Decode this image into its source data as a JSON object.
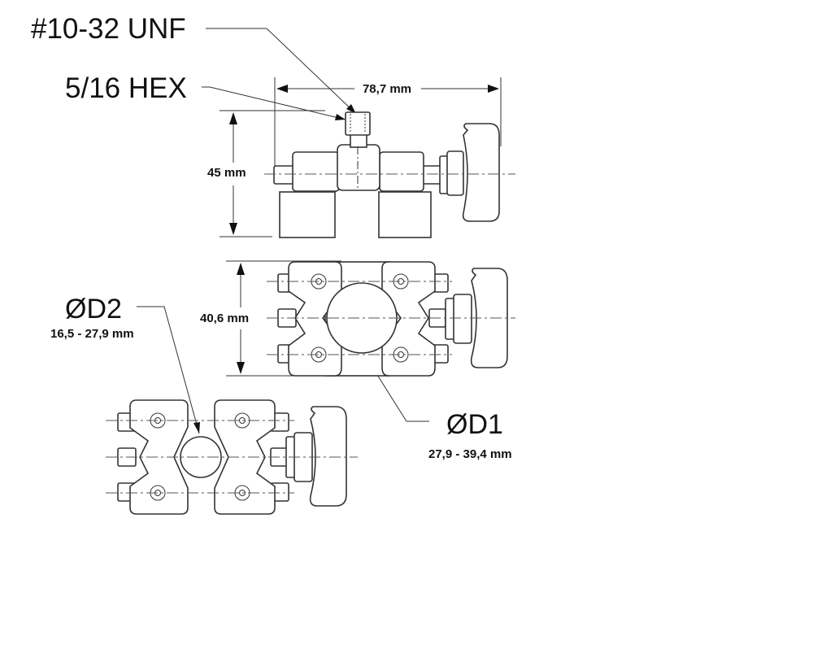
{
  "callouts": {
    "thread": "#10-32 UNF",
    "hex": "5/16 HEX",
    "d2_label": "ØD2",
    "d2_range": "16,5 - 27,9 mm",
    "d1_label": "ØD1",
    "d1_range": "27,9 - 39,4 mm"
  },
  "dimensions": {
    "width": "78,7 mm",
    "height": "45 mm",
    "depth": "40,6 mm"
  },
  "colors": {
    "line": "#333333",
    "text": "#111111",
    "background": "#ffffff"
  }
}
